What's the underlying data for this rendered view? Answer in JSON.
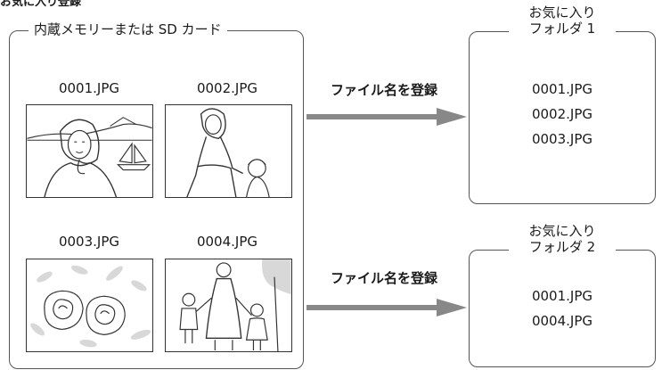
{
  "page_heading": "お気に入り登録",
  "source_box": {
    "title": "内蔵メモリーまたは SD カード",
    "images": [
      {
        "filename": "0001.JPG",
        "content": "woman-portrait-with-sailboat"
      },
      {
        "filename": "0002.JPG",
        "content": "mother-and-child"
      },
      {
        "filename": "0003.JPG",
        "content": "roses"
      },
      {
        "filename": "0004.JPG",
        "content": "family-walking"
      }
    ]
  },
  "arrows": [
    {
      "label": "ファイル名を登録"
    },
    {
      "label": "ファイル名を登録"
    }
  ],
  "folders": [
    {
      "title_line1": "お気に入り",
      "title_line2": "フォルダ 1",
      "files": [
        "0001.JPG",
        "0002.JPG",
        "0003.JPG"
      ]
    },
    {
      "title_line1": "お気に入り",
      "title_line2": "フォルダ 2",
      "files": [
        "0001.JPG",
        "0004.JPG"
      ]
    }
  ],
  "colors": {
    "arrow": "#888888",
    "border": "#555555"
  }
}
